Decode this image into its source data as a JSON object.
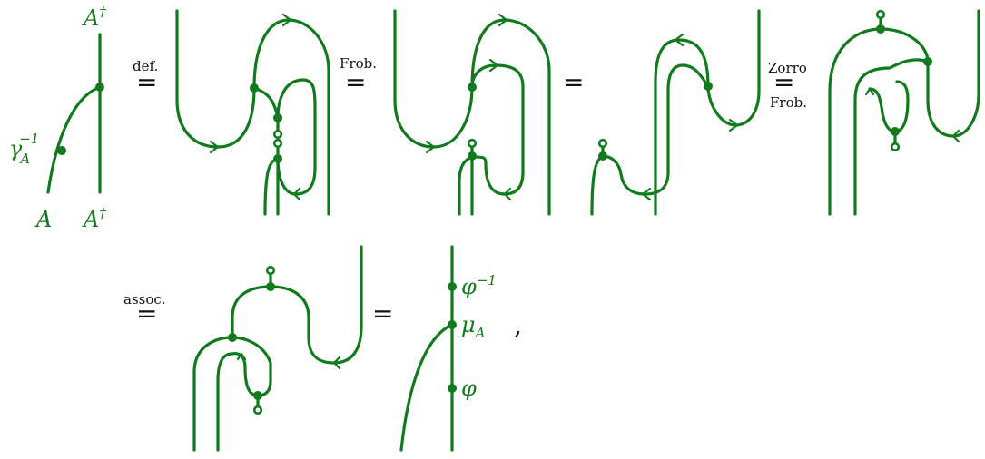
{
  "colors": {
    "wire": "#117a1c",
    "text": "#111111"
  },
  "labels": {
    "A_dag": "A",
    "dagger": "†",
    "gamma": "γ",
    "gamma_sub": "A",
    "gamma_sup": "−1",
    "A": "A",
    "phi_inv": "φ",
    "phi_inv_sup": "−1",
    "mu": "μ",
    "mu_sub": "A",
    "phi": "φ",
    "comma": ","
  },
  "relations": {
    "eq": "=",
    "def": "def.",
    "frob": "Frob.",
    "zorro": "Zorro",
    "assoc": "assoc."
  }
}
